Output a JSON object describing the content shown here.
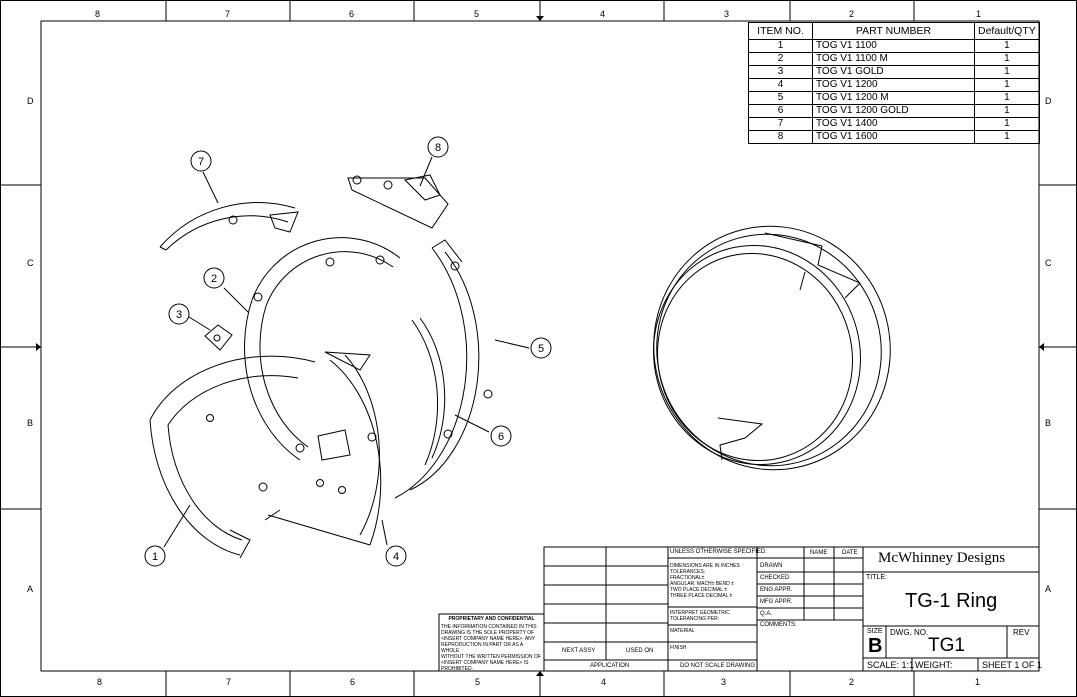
{
  "border": {
    "columns": [
      "8",
      "7",
      "6",
      "5",
      "4",
      "3",
      "2",
      "1"
    ],
    "rows": [
      "D",
      "C",
      "B",
      "A"
    ]
  },
  "bom": {
    "headers": {
      "item": "ITEM NO.",
      "part": "PART NUMBER",
      "qty": "Default/QTY"
    },
    "rows": [
      {
        "item": "1",
        "part": "TOG V1 1100",
        "qty": "1"
      },
      {
        "item": "2",
        "part": "TOG V1 1100 M",
        "qty": "1"
      },
      {
        "item": "3",
        "part": "TOG V1 GOLD",
        "qty": "1"
      },
      {
        "item": "4",
        "part": "TOG V1 1200",
        "qty": "1"
      },
      {
        "item": "5",
        "part": "TOG V1 1200 M",
        "qty": "1"
      },
      {
        "item": "6",
        "part": "TOG V1 1200 GOLD",
        "qty": "1"
      },
      {
        "item": "7",
        "part": "TOG V1 1400",
        "qty": "1"
      },
      {
        "item": "8",
        "part": "TOG V1 1600",
        "qty": "1"
      }
    ]
  },
  "balloons": [
    "1",
    "2",
    "3",
    "4",
    "5",
    "6",
    "7",
    "8"
  ],
  "proprietary": {
    "title": "PROPRIETARY AND CONFIDENTIAL",
    "lines": [
      "THE INFORMATION CONTAINED IN THIS",
      "DRAWING IS THE SOLE PROPERTY OF",
      "<INSERT COMPANY NAME HERE>. ANY",
      "REPRODUCTION IN PART OR AS A WHOLE",
      "WITHOUT THE WRITTEN PERMISSION OF",
      "<INSERT COMPANY NAME HERE> IS",
      "PROHIBITED."
    ]
  },
  "title_block": {
    "next_assy": "NEXT ASSY",
    "used_on": "USED ON",
    "application": "APPLICATION",
    "unless": "UNLESS OTHERWISE SPECIFIED:",
    "dims": [
      "DIMENSIONS ARE IN INCHES",
      "TOLERANCES:",
      "FRACTIONAL±",
      "ANGULAR: MACH±    BEND ±",
      "TWO PLACE DECIMAL    ±",
      "THREE PLACE DECIMAL  ±"
    ],
    "interpret": [
      "INTERPRET GEOMETRIC",
      "TOLERANCING PER:"
    ],
    "material": "MATERIAL",
    "finish": "FINISH",
    "do_not_scale": "DO NOT SCALE DRAWING",
    "name": "NAME",
    "date": "DATE",
    "drawn": "DRAWN",
    "checked": "CHECKED",
    "eng_appr": "ENG APPR.",
    "mfg_appr": "MFG APPR.",
    "qa": "Q.A.",
    "comments": "COMMENTS:",
    "company": "McWhinney Designs",
    "title_label": "TITLE:",
    "title": "TG-1 Ring",
    "size_label": "SIZE",
    "size": "B",
    "dwg_label": "DWG.  NO.",
    "dwg_no": "TG1",
    "rev_label": "REV",
    "scale": "SCALE: 1:1",
    "weight": "WEIGHT:",
    "sheet": "SHEET 1 OF 1"
  }
}
